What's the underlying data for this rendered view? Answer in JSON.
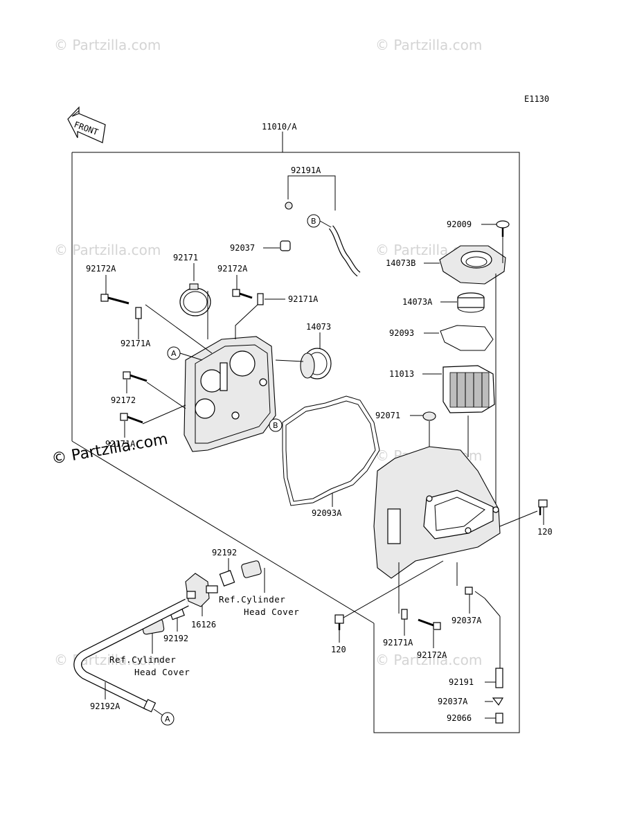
{
  "diagram_code": "E1130",
  "front_label": "FRONT",
  "watermark": "© Partzilla.com",
  "assembly_label": "11010/A",
  "parts": {
    "p92191A": "92191A",
    "p92037": "92037",
    "p92172A_left": "92172A",
    "p92171": "92171",
    "p92172A_mid": "92172A",
    "p92171A_mid": "92171A",
    "p92171A_left": "92171A",
    "p14073": "14073",
    "p92172": "92172",
    "p92171A_low": "92171A",
    "p92009": "92009",
    "p14073B": "14073B",
    "p14073A": "14073A",
    "p92093": "92093",
    "p11013": "11013",
    "p92071": "92071",
    "p92093A": "92093A",
    "p120_right": "120",
    "p92192_top": "92192",
    "p16126": "16126",
    "p92192_mid": "92192",
    "p120_bottom": "120",
    "p92171A_bottom": "92171A",
    "p92172A_bottom": "92172A",
    "p92037A_upper": "92037A",
    "p92191": "92191",
    "p92037A_lower": "92037A",
    "p92066": "92066",
    "p92192A": "92192A"
  },
  "refs": {
    "ref1_line1": "Ref.Cylinder",
    "ref1_line2": "Head Cover",
    "ref2_line1": "Ref.Cylinder",
    "ref2_line2": "Head Cover"
  },
  "callouts": {
    "a_upper": "A",
    "a_lower": "A",
    "b_upper": "B",
    "b_lower": "B"
  }
}
